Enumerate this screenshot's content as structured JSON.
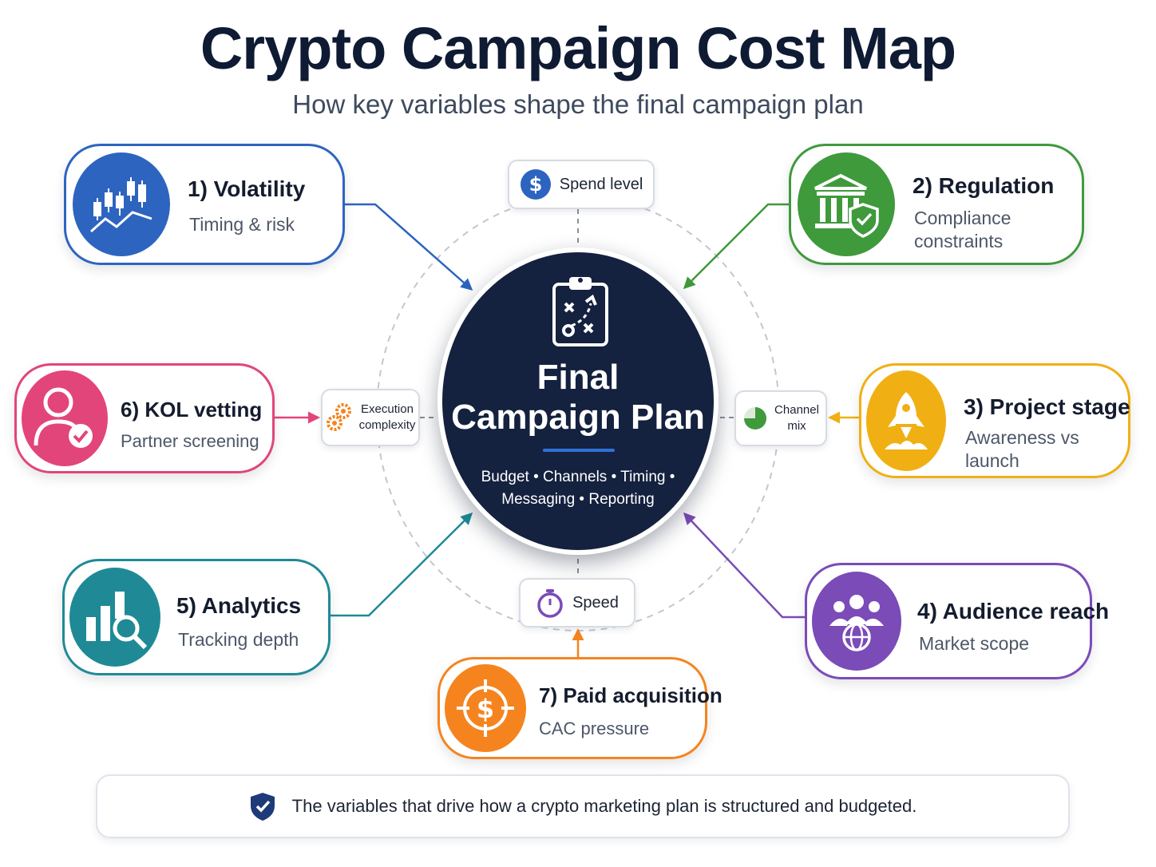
{
  "title": "Crypto Campaign Cost Map",
  "subtitle": "How key variables shape the final campaign plan",
  "hub": {
    "title_line1": "Final",
    "title_line2": "Campaign Plan",
    "sub_line1": "Budget • Channels • Timing •",
    "sub_line2": "Messaging • Reporting",
    "icon": "clipboard-strategy-icon"
  },
  "inner_nodes": {
    "spend_level": {
      "label": "Spend level",
      "icon": "dollar-coin-icon"
    },
    "execution_complexity": {
      "line1": "Execution",
      "line2": "complexity",
      "icon": "gears-icon"
    },
    "channel_mix": {
      "line1": "Channel",
      "line2": "mix",
      "icon": "pie-chart-icon"
    },
    "speed": {
      "label": "Speed",
      "icon": "stopwatch-icon"
    }
  },
  "variables": [
    {
      "id": "volatility",
      "title": "1) Volatility",
      "sub": "Timing & risk",
      "color": "#2d64c0",
      "icon": "candlestick-chart-icon"
    },
    {
      "id": "regulation",
      "title": "2) Regulation",
      "sub_line1": "Compliance",
      "sub_line2": "constraints",
      "color": "#3f9a3c",
      "icon": "bank-shield-icon"
    },
    {
      "id": "project-stage",
      "title": "3) Project stage",
      "sub_line1": "Awareness vs",
      "sub_line2": "launch",
      "color": "#f0b014",
      "icon": "rocket-icon"
    },
    {
      "id": "audience-reach",
      "title": "4) Audience reach",
      "sub": "Market scope",
      "color": "#7b4bb8",
      "icon": "group-globe-icon"
    },
    {
      "id": "analytics",
      "title": "5) Analytics",
      "sub": "Tracking depth",
      "color": "#1f8a96",
      "icon": "bar-chart-search-icon"
    },
    {
      "id": "kol-vetting",
      "title": "6) KOL vetting",
      "sub": "Partner screening",
      "color": "#e2457a",
      "icon": "user-check-icon"
    },
    {
      "id": "paid-acquisition",
      "title": "7) Paid acquisition",
      "sub": "CAC pressure",
      "color": "#f5841f",
      "icon": "target-dollar-icon"
    }
  ],
  "footer": {
    "text": "The variables that drive how a crypto marketing plan is structured and budgeted.",
    "icon": "shield-check-icon"
  }
}
